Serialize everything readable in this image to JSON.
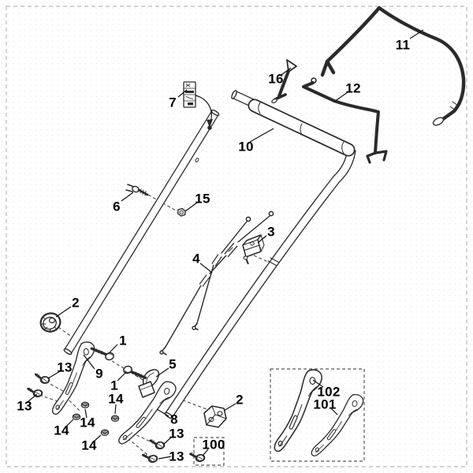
{
  "diagram": {
    "description": "Exploded parts diagram of a walk-behind lawn mower handle assembly with numbered callouts",
    "colors": {
      "background": "#ffffff",
      "line_art": "#2b2b2b",
      "labels": "#000000",
      "outer_border": "#c3c3c3",
      "inset_box_border": "#5a5a5a"
    },
    "callouts": {
      "c1": "1",
      "c2": "2",
      "c3": "3",
      "c4": "4",
      "c5": "5",
      "c6": "6",
      "c7": "7",
      "c8": "8",
      "c9": "9",
      "c10": "10",
      "c11": "11",
      "c12": "12",
      "c13": "13",
      "c14": "14",
      "c15": "15",
      "c16": "16",
      "c100": "100",
      "c101": "101",
      "c102": "102"
    }
  }
}
